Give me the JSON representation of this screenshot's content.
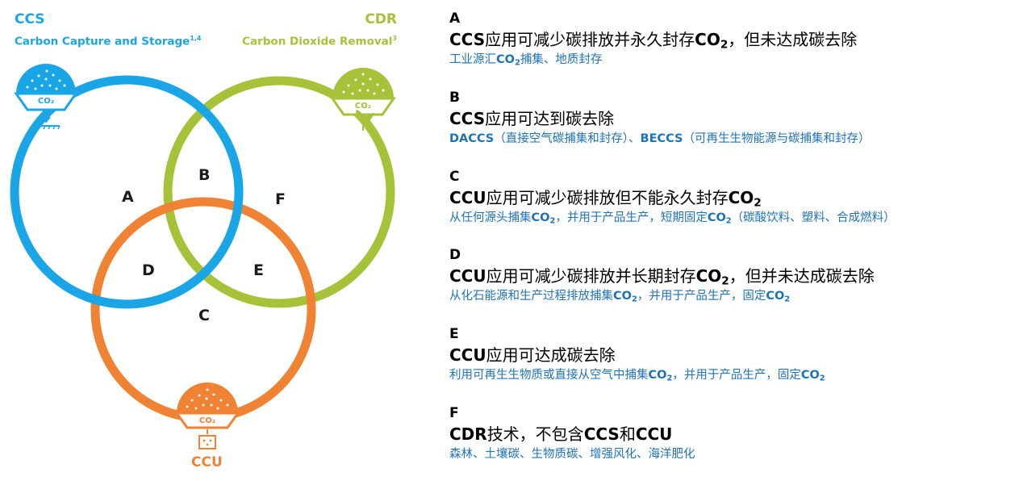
{
  "diagram": {
    "ccs": {
      "abbr": "CCS",
      "name": "Carbon Capture and Storage",
      "note": "1,4"
    },
    "cdr": {
      "abbr": "CDR",
      "name": "Carbon Dioxide Removal",
      "note": "3"
    },
    "ccu": {
      "abbr": "CCU"
    },
    "icon_text": "CO₂",
    "regions": [
      "A",
      "B",
      "C",
      "D",
      "E",
      "F"
    ],
    "colors": {
      "ccs": "#1aa5e6",
      "cdr": "#a5c239",
      "ccu": "#ef8233",
      "description": "#1e72b8"
    }
  },
  "legend": [
    {
      "letter": "A",
      "title": [
        {
          "t": "CCS",
          "b": true
        },
        {
          "t": "应用可减少碳排放并永久封存"
        },
        {
          "t": "CO",
          "b": true
        },
        {
          "t": "2",
          "sub": true
        },
        {
          "t": "，但未达成碳去除"
        }
      ],
      "desc": [
        {
          "t": "工业源汇"
        },
        {
          "t": "CO",
          "b": true
        },
        {
          "t": "2",
          "sub": true
        },
        {
          "t": "捕集、地质封存"
        }
      ]
    },
    {
      "letter": "B",
      "title": [
        {
          "t": "CCS",
          "b": true
        },
        {
          "t": "应用可达到碳去除"
        }
      ],
      "desc": [
        {
          "t": "DACCS",
          "b": true
        },
        {
          "t": "（直接空气碳捕集和封存）、"
        },
        {
          "t": "BECCS",
          "b": true
        },
        {
          "t": "（可再生生物能源与碳捕集和封存）"
        }
      ]
    },
    {
      "letter": "C",
      "title": [
        {
          "t": "CCU",
          "b": true
        },
        {
          "t": "应用可减少碳排放但不能永久封存"
        },
        {
          "t": "CO",
          "b": true
        },
        {
          "t": "2",
          "sub": true
        }
      ],
      "desc": [
        {
          "t": "从任何源头捕集"
        },
        {
          "t": "CO",
          "b": true
        },
        {
          "t": "2",
          "sub": true
        },
        {
          "t": "，并用于产品生产，短期固定"
        },
        {
          "t": "CO",
          "b": true
        },
        {
          "t": "2",
          "sub": true
        },
        {
          "t": "（碳酸饮料、塑料、合成燃料）"
        }
      ]
    },
    {
      "letter": "D",
      "title": [
        {
          "t": "CCU",
          "b": true
        },
        {
          "t": "应用可减少碳排放并长期封存"
        },
        {
          "t": "CO",
          "b": true
        },
        {
          "t": "2",
          "sub": true
        },
        {
          "t": "，但并未达成碳去除"
        }
      ],
      "desc": [
        {
          "t": "从化石能源和生产过程排放捕集"
        },
        {
          "t": "CO",
          "b": true
        },
        {
          "t": "2",
          "sub": true
        },
        {
          "t": "，并用于产品生产，固定"
        },
        {
          "t": "CO",
          "b": true
        },
        {
          "t": "2",
          "sub": true
        }
      ]
    },
    {
      "letter": "E",
      "title": [
        {
          "t": "CCU",
          "b": true
        },
        {
          "t": "应用可达成碳去除"
        }
      ],
      "desc": [
        {
          "t": "利用可再生生物质或直接从空气中捕集"
        },
        {
          "t": "CO",
          "b": true
        },
        {
          "t": "2",
          "sub": true
        },
        {
          "t": "，并用于产品生产，固定"
        },
        {
          "t": "CO",
          "b": true
        },
        {
          "t": "2",
          "sub": true
        }
      ]
    },
    {
      "letter": "F",
      "title": [
        {
          "t": "CDR",
          "b": true
        },
        {
          "t": "技术，不包含"
        },
        {
          "t": "CCS",
          "b": true
        },
        {
          "t": "和"
        },
        {
          "t": "CCU",
          "b": true
        }
      ],
      "desc": [
        {
          "t": "森林、土壤碳、生物质碳、增强风化、海洋肥化"
        }
      ]
    }
  ]
}
